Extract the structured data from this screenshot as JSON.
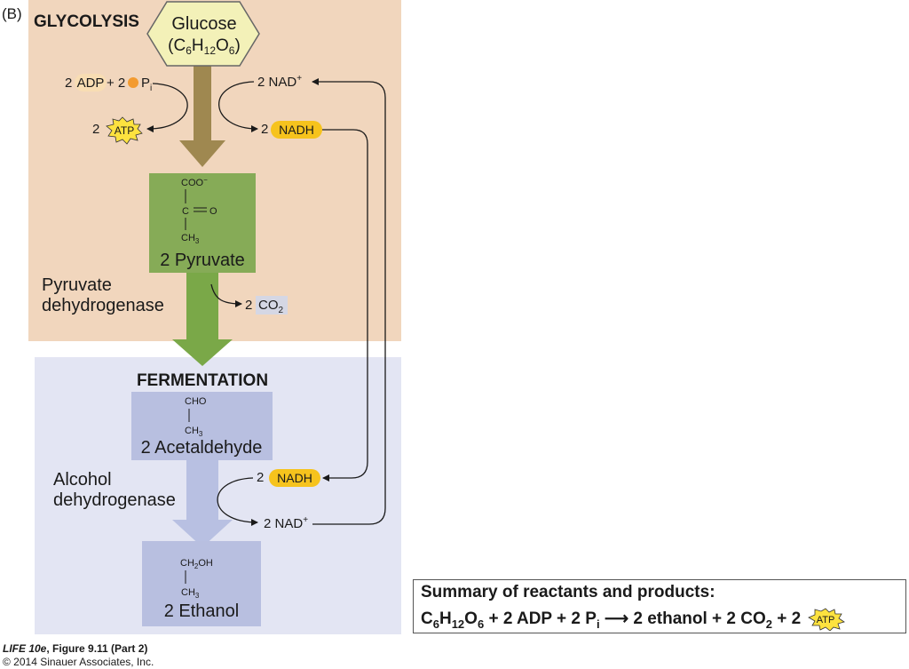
{
  "panel_label": "(B)",
  "glycolysis": {
    "heading": "GLYCOLYSIS",
    "glucose_name": "Glucose",
    "glucose_formula": {
      "c": "C",
      "c_sub": "6",
      "h": "H",
      "h_sub": "12",
      "o": "O",
      "o_sub": "6"
    },
    "adp": {
      "count": "2",
      "label": "ADP",
      "plus": "+ 2",
      "pi": "P",
      "pi_sub": "i"
    },
    "atp": {
      "count": "2",
      "label": "ATP"
    },
    "nad_plus": {
      "count": "2",
      "label": "NAD",
      "sup": "+"
    },
    "nadh": {
      "count": "2",
      "label": "NADH"
    },
    "pyruvate": {
      "coo": "COO",
      "coo_sup": "−",
      "c": "C",
      "o": "O",
      "ch": "CH",
      "ch_sub": "3",
      "label": "2 Pyruvate"
    },
    "enzyme": {
      "line1": "Pyruvate",
      "line2": "dehydrogenase"
    },
    "co2": {
      "count": "2",
      "label": "CO",
      "sub": "2"
    }
  },
  "fermentation": {
    "heading": "FERMENTATION",
    "acetaldehyde": {
      "cho": "CHO",
      "ch": "CH",
      "ch_sub": "3",
      "label": "2 Acetaldehyde"
    },
    "enzyme": {
      "line1": "Alcohol",
      "line2": "dehydrogenase"
    },
    "nadh": {
      "count": "2",
      "label": "NADH"
    },
    "nad_plus": {
      "count": "2",
      "label": "NAD",
      "sup": "+"
    },
    "ethanol": {
      "ch2oh": "CH",
      "ch2oh_sub": "2",
      "oh": "OH",
      "ch": "CH",
      "ch_sub": "3",
      "label": "2 Ethanol"
    }
  },
  "summary": {
    "title": "Summary of reactants and products:",
    "eq_c": "C",
    "eq_c_sub": "6",
    "eq_h": "H",
    "eq_h_sub": "12",
    "eq_o": "O",
    "eq_o_sub": "6",
    "eq_mid": " + 2 ADP + 2 P",
    "eq_pi_sub": "i",
    "eq_arrow": "⟶",
    "eq_products": " 2 ethanol + 2 CO",
    "eq_co2_sub": "2",
    "eq_tail": " + 2 ",
    "atp_label": "ATP"
  },
  "footer": {
    "figure_title": "LIFE 10e",
    "figure_ref": ", Figure 9.11 (Part 2)",
    "copyright": "© 2014 Sinauer Associates, Inc."
  },
  "colors": {
    "glycolysis_bg": "#f1d6bd",
    "fermentation_bg": "#e3e5f3",
    "glucose_fill": "#f3f1b8",
    "pyruvate_box": "#86ab57",
    "acetaldehyde_box": "#b8bfe0",
    "big_arrow_brown": "#9f8850",
    "big_arrow_green": "#7aa848",
    "big_arrow_lavender": "#b8c0e2",
    "nadh_pill": "#f6c31d",
    "atp_star": "#fde23f",
    "adp_pill": "#f8ddb3",
    "pi_dot": "#f39b30",
    "co2_box": "#d5d7e4"
  }
}
